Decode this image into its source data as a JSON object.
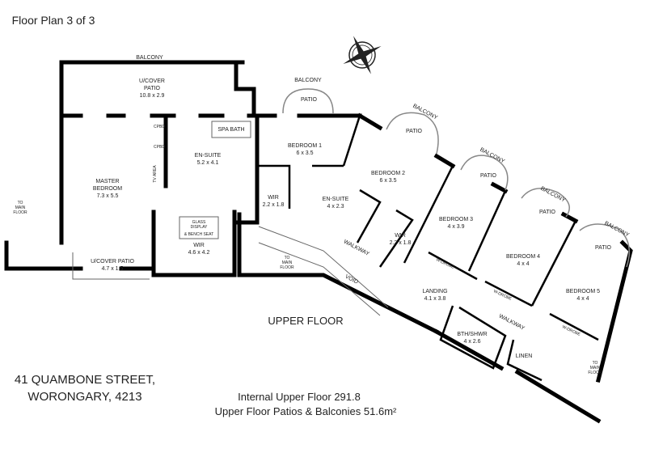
{
  "title": "Floor Plan 3 of 3",
  "floor_label": "UPPER FLOOR",
  "address": {
    "line1": "41 QUAMBONE STREET,",
    "line2": "WORONGARY, 4213"
  },
  "areas": {
    "internal": "Internal Upper Floor 291.8",
    "patios": "Upper Floor Patios & Balconies 51.6m²"
  },
  "compass_icon": "compass-rose",
  "rooms": {
    "balcony_top": "BALCONY",
    "ucover_patio": {
      "name": "U/COVER",
      "name2": "PATIO",
      "size": "10.8 x 2.9"
    },
    "master": {
      "name": "MASTER",
      "name2": "BEDROOM",
      "size": "7.3 x 5.5"
    },
    "ensuite_master": {
      "name": "EN-SUITE",
      "size": "5.2 x 4.1"
    },
    "spa_bath": "SPA BATH",
    "cpbd": "CPBD",
    "tv_area": "TV AREA",
    "glass_display": {
      "line1": "GLASS",
      "line2": "DISPLAY",
      "line3": "& BENCH SEAT"
    },
    "wir_master": {
      "name": "WIR",
      "size": "4.6 x 4.2"
    },
    "ucover_patio_small": {
      "name": "U/COVER PATIO",
      "size": "4.7 x 1.5"
    },
    "to_main_floor": {
      "line1": "TO",
      "line2": "MAIN",
      "line3": "FLOOR"
    },
    "bed1": {
      "balcony": "BALCONY",
      "patio": "PATIO",
      "name": "BEDROOM 1",
      "size": "6 x 3.5"
    },
    "wir1": {
      "name": "WIR",
      "size": "2.2 x 1.8"
    },
    "ensuite2": {
      "name": "EN-SUITE",
      "size": "4 x 2.3"
    },
    "bed2": {
      "balcony": "BALCONY",
      "patio": "PATIO",
      "name": "BEDROOM 2",
      "size": "6 x 3.5"
    },
    "wir2": {
      "name": "WIR",
      "size": "2.2 x 1.8"
    },
    "bed3": {
      "balcony": "BALCONY",
      "patio": "PATIO",
      "name": "BEDROOM 3",
      "size": "4 x 3.9"
    },
    "bed4": {
      "balcony": "BALCONY",
      "patio": "PATIO",
      "name": "BEDROOM 4",
      "size": "4 x 4"
    },
    "bed5": {
      "balcony": "BALCONY",
      "patio": "PATIO",
      "name": "BEDROOM 5",
      "size": "4 x 4"
    },
    "wdrobe": "W-DROBE",
    "walkway": "WALKWAY",
    "void": "VOID",
    "landing": {
      "name": "LANDING",
      "size": "4.1 x 3.8"
    },
    "bath": {
      "name": "BTH/SHWR",
      "size": "4 x 2.6"
    },
    "linen": "LINEN"
  }
}
